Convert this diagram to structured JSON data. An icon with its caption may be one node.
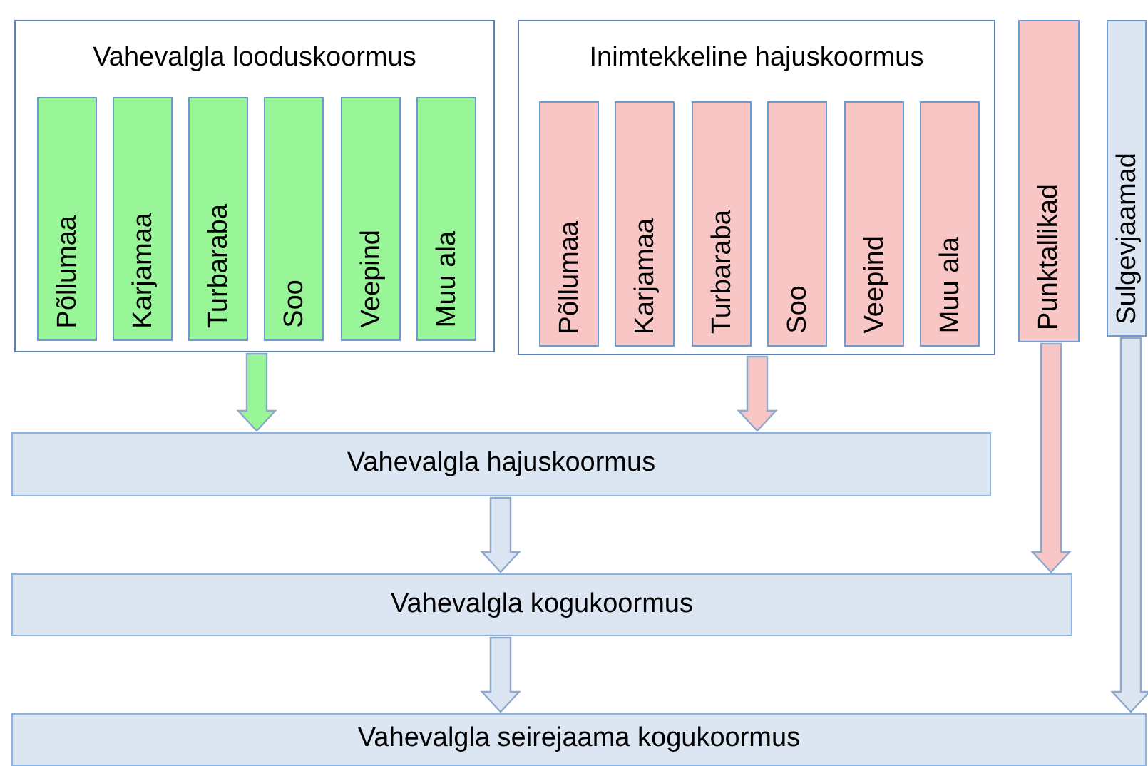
{
  "diagram": {
    "nodes": [
      {
        "text": [
          "Vahevalgla looduskoormus"
        ]
      },
      {
        "text": [
          "Põllumaa"
        ],
        "in": 0
      },
      {
        "text": [
          "Karjamaa"
        ],
        "in": 0
      },
      {
        "text": [
          "Turbaraba"
        ],
        "in": 0
      },
      {
        "text": [
          "Soo"
        ],
        "in": 0
      },
      {
        "text": [
          "Veepind"
        ],
        "in": 0
      },
      {
        "text": [
          "Muu ala"
        ],
        "in": 0
      },
      {
        "text": [
          "Inimtekkeline hajuskoormus"
        ]
      },
      {
        "text": [
          "Põllumaa"
        ],
        "in": 7
      },
      {
        "text": [
          "Karjamaa"
        ],
        "in": 7
      },
      {
        "text": [
          "Turbaraba"
        ],
        "in": 7
      },
      {
        "text": [
          "Soo"
        ],
        "in": 7
      },
      {
        "text": [
          "Veepind"
        ],
        "in": 7
      },
      {
        "text": [
          "Muu ala"
        ],
        "in": 7
      },
      {
        "text": [
          "Punktallikad"
        ]
      },
      {
        "text": [
          "Sulgevjaamad"
        ]
      },
      {
        "text": [
          "Vahevalgla hajuskoormus"
        ]
      },
      {
        "text": [
          "Vahevalgla kogukoormus"
        ]
      },
      {
        "text": [
          "Vahevalgla seirejaama kogukoormus"
        ]
      }
    ],
    "edges": [
      {
        "from": 0,
        "to": 16,
        "arrow": "to",
        "color": "#98f598"
      },
      {
        "from": 7,
        "to": 16,
        "arrow": "to",
        "color": "#f9c6c6"
      },
      {
        "from": 14,
        "to": 17,
        "arrow": "to",
        "color": "#f9c6c6"
      },
      {
        "from": 16,
        "to": 17,
        "arrow": "to"
      },
      {
        "from": 17,
        "to": 18,
        "arrow": "to"
      },
      {
        "from": 15,
        "to": 18,
        "arrow": "to"
      }
    ]
  }
}
